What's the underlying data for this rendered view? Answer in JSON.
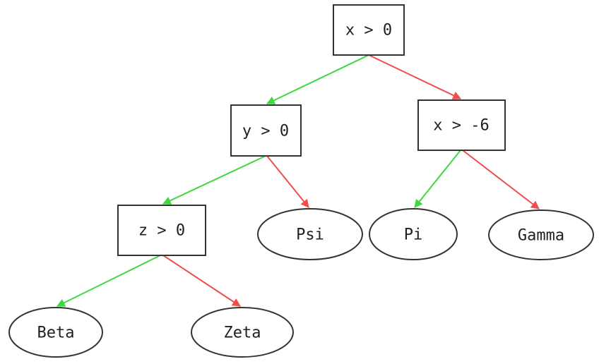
{
  "diagram": {
    "type": "decision-tree",
    "colors": {
      "true_branch": "#3ed83e",
      "false_branch": "#ef4d4d",
      "node_border": "#333333",
      "node_fill": "#ffffff",
      "text": "#1f1f1f",
      "background": "#ffffff"
    },
    "nodes": [
      {
        "id": "root",
        "label": "x > 0",
        "shape": "box",
        "kind": "decision"
      },
      {
        "id": "y0",
        "label": "y > 0",
        "shape": "box",
        "kind": "decision"
      },
      {
        "id": "xm6",
        "label": "x > -6",
        "shape": "box",
        "kind": "decision"
      },
      {
        "id": "z0",
        "label": "z > 0",
        "shape": "box",
        "kind": "decision"
      },
      {
        "id": "psi",
        "label": "Psi",
        "shape": "ellipse",
        "kind": "leaf"
      },
      {
        "id": "pi",
        "label": "Pi",
        "shape": "ellipse",
        "kind": "leaf"
      },
      {
        "id": "gamma",
        "label": "Gamma",
        "shape": "ellipse",
        "kind": "leaf"
      },
      {
        "id": "beta",
        "label": "Beta",
        "shape": "ellipse",
        "kind": "leaf"
      },
      {
        "id": "zeta",
        "label": "Zeta",
        "shape": "ellipse",
        "kind": "leaf"
      }
    ],
    "edges": [
      {
        "from": "x > 0",
        "to": "y > 0",
        "branch": "true",
        "color": "#3ed83e"
      },
      {
        "from": "x > 0",
        "to": "x > -6",
        "branch": "false",
        "color": "#ef4d4d"
      },
      {
        "from": "y > 0",
        "to": "z > 0",
        "branch": "true",
        "color": "#3ed83e"
      },
      {
        "from": "y > 0",
        "to": "Psi",
        "branch": "false",
        "color": "#ef4d4d"
      },
      {
        "from": "x > -6",
        "to": "Pi",
        "branch": "true",
        "color": "#3ed83e"
      },
      {
        "from": "x > -6",
        "to": "Gamma",
        "branch": "false",
        "color": "#ef4d4d"
      },
      {
        "from": "z > 0",
        "to": "Beta",
        "branch": "true",
        "color": "#3ed83e"
      },
      {
        "from": "z > 0",
        "to": "Zeta",
        "branch": "false",
        "color": "#ef4d4d"
      }
    ]
  }
}
